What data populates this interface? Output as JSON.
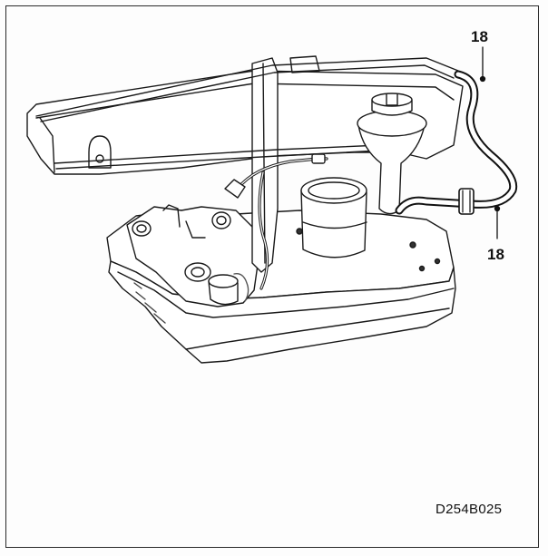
{
  "figure": {
    "code": "D254B025",
    "callouts": [
      {
        "label": "18",
        "part": "fuel-vapor-hose-upper"
      },
      {
        "label": "18",
        "part": "fuel-vapor-hose-lower"
      }
    ]
  },
  "colors": {
    "line": "#1a1a1a",
    "hose": "#111111",
    "fill": "#ffffff",
    "shade": "#e9e9e9"
  }
}
